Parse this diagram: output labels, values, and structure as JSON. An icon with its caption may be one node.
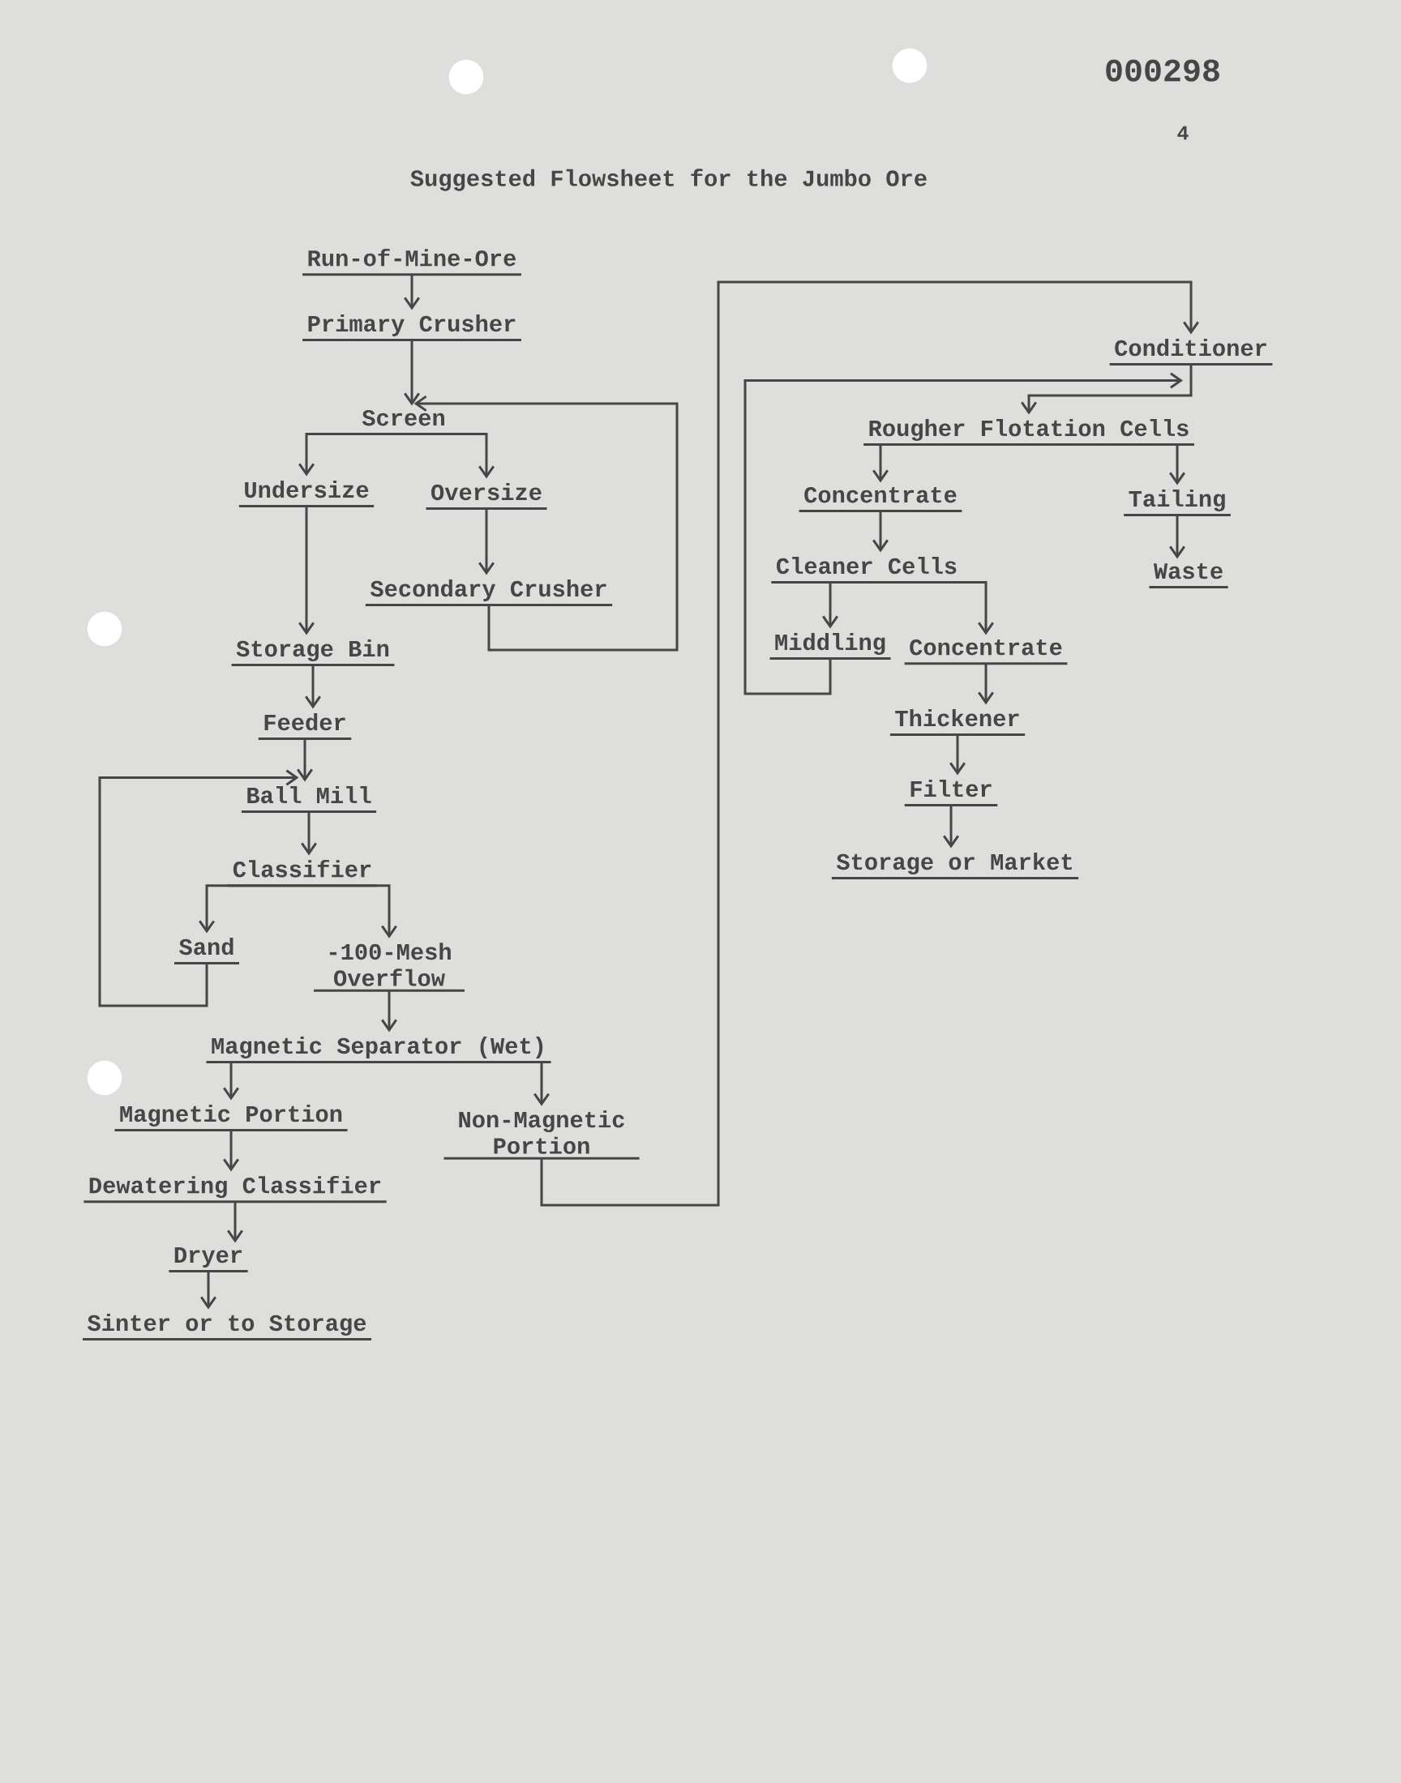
{
  "diagram": {
    "title": "Suggested Flowsheet for the Jumbo Ore",
    "nodes": [
      {
        "text": [
          "Run-of-Mine-Ore"
        ]
      },
      {
        "text": [
          "Primary Crusher"
        ]
      },
      {
        "text": [
          "Screen"
        ]
      },
      {
        "text": [
          "Undersize"
        ]
      },
      {
        "text": [
          "Oversize"
        ]
      },
      {
        "text": [
          "Secondary Crusher"
        ]
      },
      {
        "text": [
          "Storage Bin"
        ]
      },
      {
        "text": [
          "Feeder"
        ]
      },
      {
        "text": [
          "Ball Mill"
        ]
      },
      {
        "text": [
          "Classifier"
        ]
      },
      {
        "text": [
          "Sand"
        ]
      },
      {
        "text": [
          "-100-Mesh Overflow"
        ]
      },
      {
        "text": [
          "Magnetic Separator (Wet)"
        ]
      },
      {
        "text": [
          "Magnetic Portion"
        ]
      },
      {
        "text": [
          "Non-Magnetic Portion"
        ]
      },
      {
        "text": [
          "Dewatering Classifier"
        ]
      },
      {
        "text": [
          "Dryer"
        ]
      },
      {
        "text": [
          "Sinter or to Storage"
        ]
      },
      {
        "text": [
          "Conditioner"
        ]
      },
      {
        "text": [
          "Rougher Flotation Cells"
        ]
      },
      {
        "text": [
          "Concentrate"
        ]
      },
      {
        "text": [
          "Tailing"
        ]
      },
      {
        "text": [
          "Cleaner Cells"
        ]
      },
      {
        "text": [
          "Waste"
        ]
      },
      {
        "text": [
          "Middling"
        ]
      },
      {
        "text": [
          "Concentrate"
        ]
      },
      {
        "text": [
          "Thickener"
        ]
      },
      {
        "text": [
          "Filter"
        ]
      },
      {
        "text": [
          "Storage or Market"
        ]
      }
    ],
    "edges": [
      {
        "from": 0,
        "to": 1,
        "arrow": "to"
      },
      {
        "from": 1,
        "to": 2,
        "arrow": "to"
      },
      {
        "from": 2,
        "to": 3,
        "arrow": "to"
      },
      {
        "from": 2,
        "to": 4,
        "arrow": "to"
      },
      {
        "from": 3,
        "to": 6,
        "arrow": "to"
      },
      {
        "from": 4,
        "to": 5,
        "arrow": "to"
      },
      {
        "from": 5,
        "to": 2,
        "arrow": "to"
      },
      {
        "from": 6,
        "to": 7,
        "arrow": "to"
      },
      {
        "from": 7,
        "to": 8,
        "arrow": "to"
      },
      {
        "from": 8,
        "to": 9,
        "arrow": "to"
      },
      {
        "from": 9,
        "to": 10,
        "arrow": "to"
      },
      {
        "from": 9,
        "to": 11,
        "arrow": "to"
      },
      {
        "from": 10,
        "to": 8,
        "arrow": "to"
      },
      {
        "from": 11,
        "to": 12,
        "arrow": "to"
      },
      {
        "from": 12,
        "to": 13,
        "arrow": "to"
      },
      {
        "from": 12,
        "to": 14,
        "arrow": "to"
      },
      {
        "from": 13,
        "to": 15,
        "arrow": "to"
      },
      {
        "from": 15,
        "to": 16,
        "arrow": "to"
      },
      {
        "from": 16,
        "to": 17,
        "arrow": "to"
      },
      {
        "from": 14,
        "to": 18,
        "arrow": "to"
      },
      {
        "from": 18,
        "to": 19,
        "arrow": "to"
      },
      {
        "from": 19,
        "to": 20,
        "arrow": "to"
      },
      {
        "from": 19,
        "to": 21,
        "arrow": "to"
      },
      {
        "from": 20,
        "to": 22,
        "arrow": "to"
      },
      {
        "from": 21,
        "to": 23,
        "arrow": "to"
      },
      {
        "from": 22,
        "to": 24,
        "arrow": "to"
      },
      {
        "from": 22,
        "to": 25,
        "arrow": "to"
      },
      {
        "from": 24,
        "to": 18,
        "arrow": "to"
      },
      {
        "from": 25,
        "to": 26,
        "arrow": "to"
      },
      {
        "from": 26,
        "to": 27,
        "arrow": "to"
      },
      {
        "from": 27,
        "to": 28,
        "arrow": "to"
      }
    ],
    "labels": [
      "000298",
      "4"
    ]
  }
}
